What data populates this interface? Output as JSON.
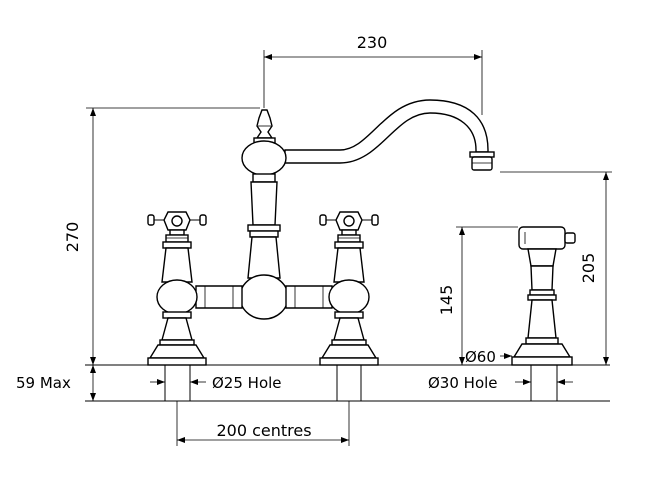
{
  "dimensions": {
    "spout_reach": "230",
    "overall_height": "270",
    "spray_height": "145",
    "spout_outlet_height": "205",
    "max_deck_thickness": "59 Max",
    "tap_hole": "Ø25 Hole",
    "spray_hole": "Ø30 Hole",
    "spray_base": "Ø60",
    "centres": "200 centres"
  }
}
